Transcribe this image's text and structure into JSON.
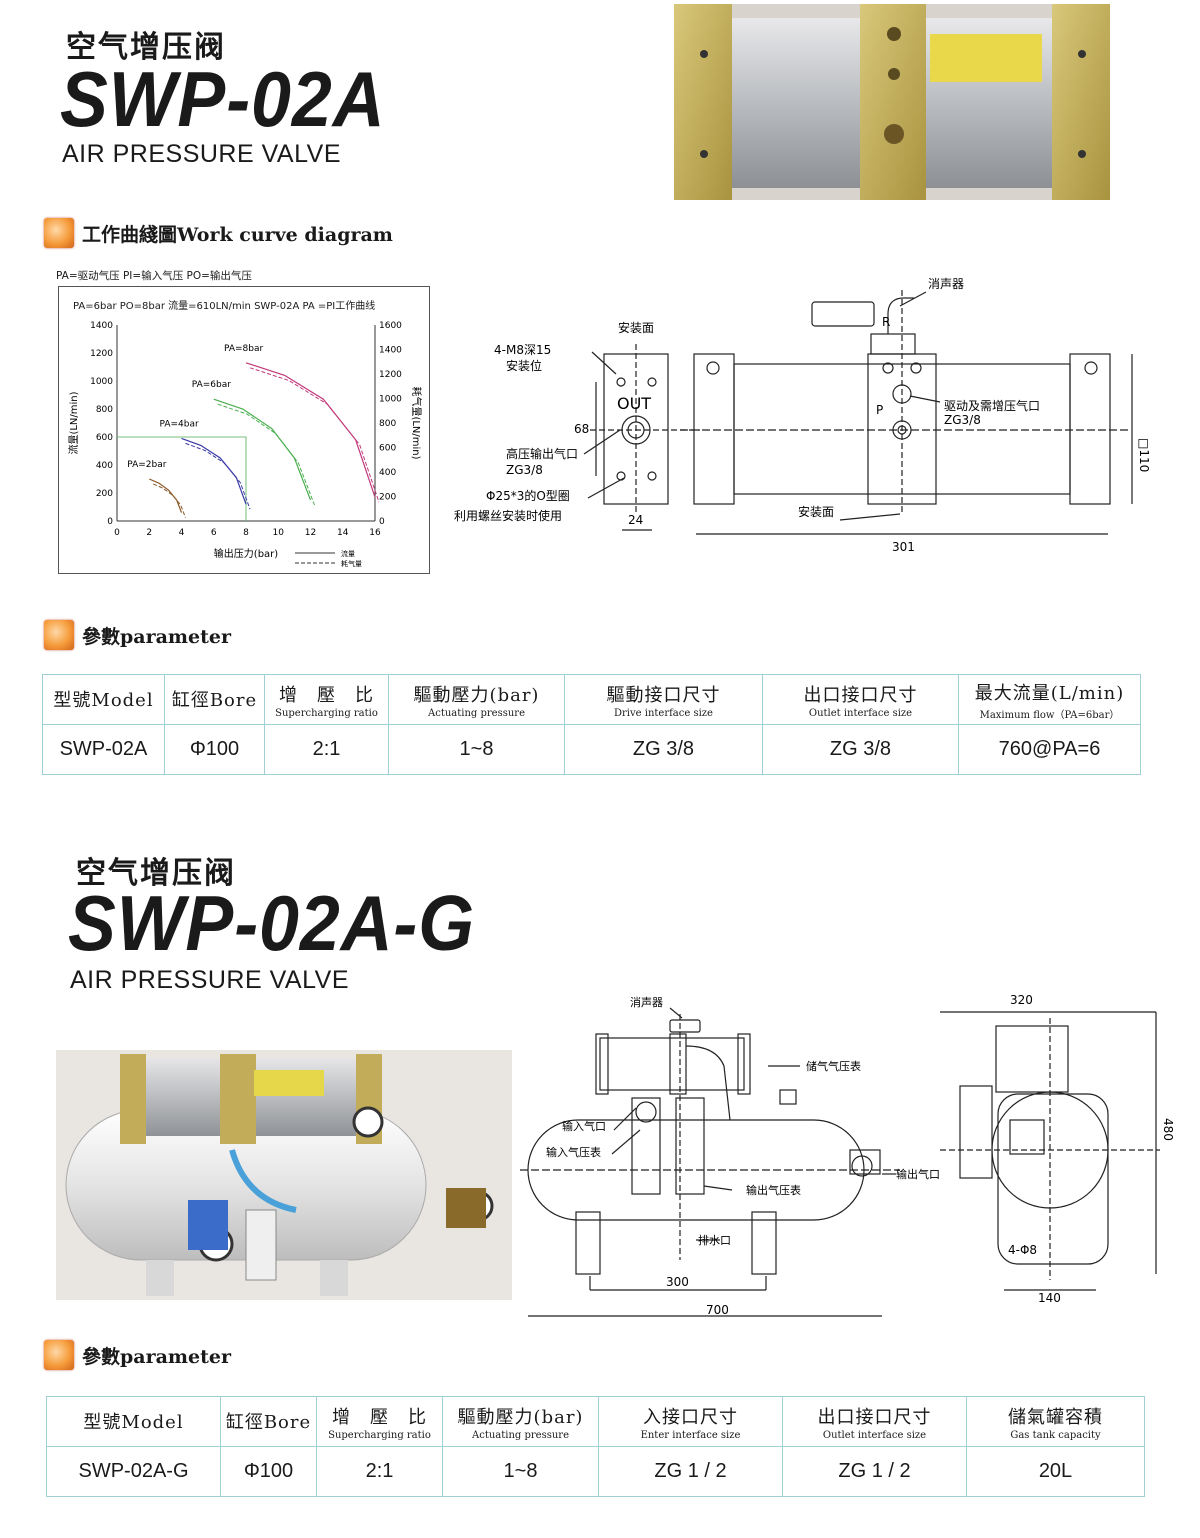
{
  "section1": {
    "title_cn": "空气增压阀",
    "model": "SWP-02A",
    "subtitle": "AIR PRESSURE VALVE",
    "curve_heading": "工作曲綫圖Work curve diagram",
    "param_heading": "參數parameter",
    "chart_legend_top": "PA=驱动气压      PI=输入气压      PO=输出气压",
    "chart_header": "PA=6bar   PO=8bar  流量=610LN/min  SWP-02A PA =PI工作曲线",
    "drawing_labels": {
      "mount_face_top": "安装面",
      "bolt_holes": "4-M8深15",
      "bolt_holes_2": "安装位",
      "out": "OUT",
      "dim_68": "68",
      "hp_outlet": "高压输出气口",
      "zg38": "ZG3/8",
      "oring": "Φ25*3的O型圈",
      "oring_2": "利用螺丝安装时使用",
      "dim_24": "24",
      "muffler": "消声器",
      "r": "R",
      "p": "P",
      "drive_port": "驱动及需增压气口",
      "zg38_b": "ZG3/8",
      "mount_face_bottom": "安装面",
      "dim_301": "301",
      "dim_110": "□110"
    },
    "table": {
      "headers": [
        {
          "main": "型號Model",
          "sub": ""
        },
        {
          "main": "缸徑Bore",
          "sub": ""
        },
        {
          "main": "增　壓　比",
          "sub": "Supercharging ratio"
        },
        {
          "main": "驅動壓力(bar)",
          "sub": "Actuating pressure"
        },
        {
          "main": "驅動接口尺寸",
          "sub": "Drive interface size"
        },
        {
          "main": "出口接口尺寸",
          "sub": "Outlet interface size"
        },
        {
          "main": "最大流量(L/min)",
          "sub": "Maximum flow（PA=6bar）"
        }
      ],
      "row": [
        "SWP-02A",
        "Φ100",
        "2:1",
        "1~8",
        "ZG 3/8",
        "ZG 3/8",
        "760@PA=6"
      ]
    }
  },
  "chart_data": {
    "type": "line",
    "title": "PA=6bar   PO=8bar  流量=610LN/min  SWP-02A PA =PI工作曲线",
    "xlabel": "输出压力(bar)",
    "ylabel": "流量(LN/min)",
    "y2label": "耗气量(LN/min)",
    "xlim": [
      0,
      16
    ],
    "ylim": [
      0,
      1400
    ],
    "y2lim": [
      0,
      1600
    ],
    "x_ticks": [
      0,
      2,
      4,
      6,
      8,
      10,
      12,
      14,
      16
    ],
    "y_ticks": [
      0,
      200,
      400,
      600,
      800,
      1000,
      1200,
      1400
    ],
    "y2_ticks": [
      0,
      200,
      400,
      600,
      800,
      1000,
      1200,
      1400,
      1600
    ],
    "legend": [
      "流量",
      "耗气量"
    ],
    "series": [
      {
        "name": "PA=2bar",
        "x": [
          2.0,
          2.6,
          3.2,
          3.7,
          4.0
        ],
        "y": [
          300,
          270,
          220,
          150,
          60
        ]
      },
      {
        "name": "PA=4bar",
        "x": [
          4.0,
          5.2,
          6.4,
          7.4,
          8.0
        ],
        "y": [
          590,
          540,
          450,
          310,
          120
        ]
      },
      {
        "name": "PA=6bar",
        "x": [
          6.0,
          7.8,
          9.6,
          11.0,
          12.0
        ],
        "y": [
          870,
          800,
          660,
          450,
          150
        ]
      },
      {
        "name": "PA=8bar",
        "x": [
          8.0,
          10.4,
          12.8,
          14.8,
          16.0
        ],
        "y": [
          1130,
          1040,
          870,
          580,
          170
        ]
      }
    ]
  },
  "section2": {
    "title_cn": "空气增压阀",
    "model": "SWP-02A-G",
    "subtitle": "AIR PRESSURE VALVE",
    "param_heading": "參數parameter",
    "drawing_labels": {
      "muffler": "消声器",
      "tank_gauge": "储气气压表",
      "inlet": "输入气口",
      "inlet_gauge": "输入气压表",
      "outlet_gauge": "输出气压表",
      "outlet": "输出气口",
      "drain": "排水口",
      "dim_300": "300",
      "dim_700": "700",
      "dim_320": "320",
      "dim_480": "480",
      "dim_140": "140",
      "holes": "4-Φ8"
    },
    "table": {
      "headers": [
        {
          "main": "型號Model",
          "sub": ""
        },
        {
          "main": "缸徑Bore",
          "sub": ""
        },
        {
          "main": "增　壓　比",
          "sub": "Supercharging ratio"
        },
        {
          "main": "驅動壓力(bar)",
          "sub": "Actuating pressure"
        },
        {
          "main": "入接口尺寸",
          "sub": "Enter interface size"
        },
        {
          "main": "出口接口尺寸",
          "sub": "Outlet interface size"
        },
        {
          "main": "儲氣罐容積",
          "sub": "Gas tank capacity"
        }
      ],
      "row": [
        "SWP-02A-G",
        "Φ100",
        "2:1",
        "1~8",
        "ZG 1 / 2",
        "ZG 1 / 2",
        "20L"
      ]
    }
  },
  "colors": {
    "table_border": "#9fd0d4",
    "icon": "#f08a2a",
    "curve_2bar": "#8b5a2b",
    "curve_4bar": "#3a3aa8",
    "curve_6bar": "#4caf50",
    "curve_8bar": "#c0397a"
  }
}
